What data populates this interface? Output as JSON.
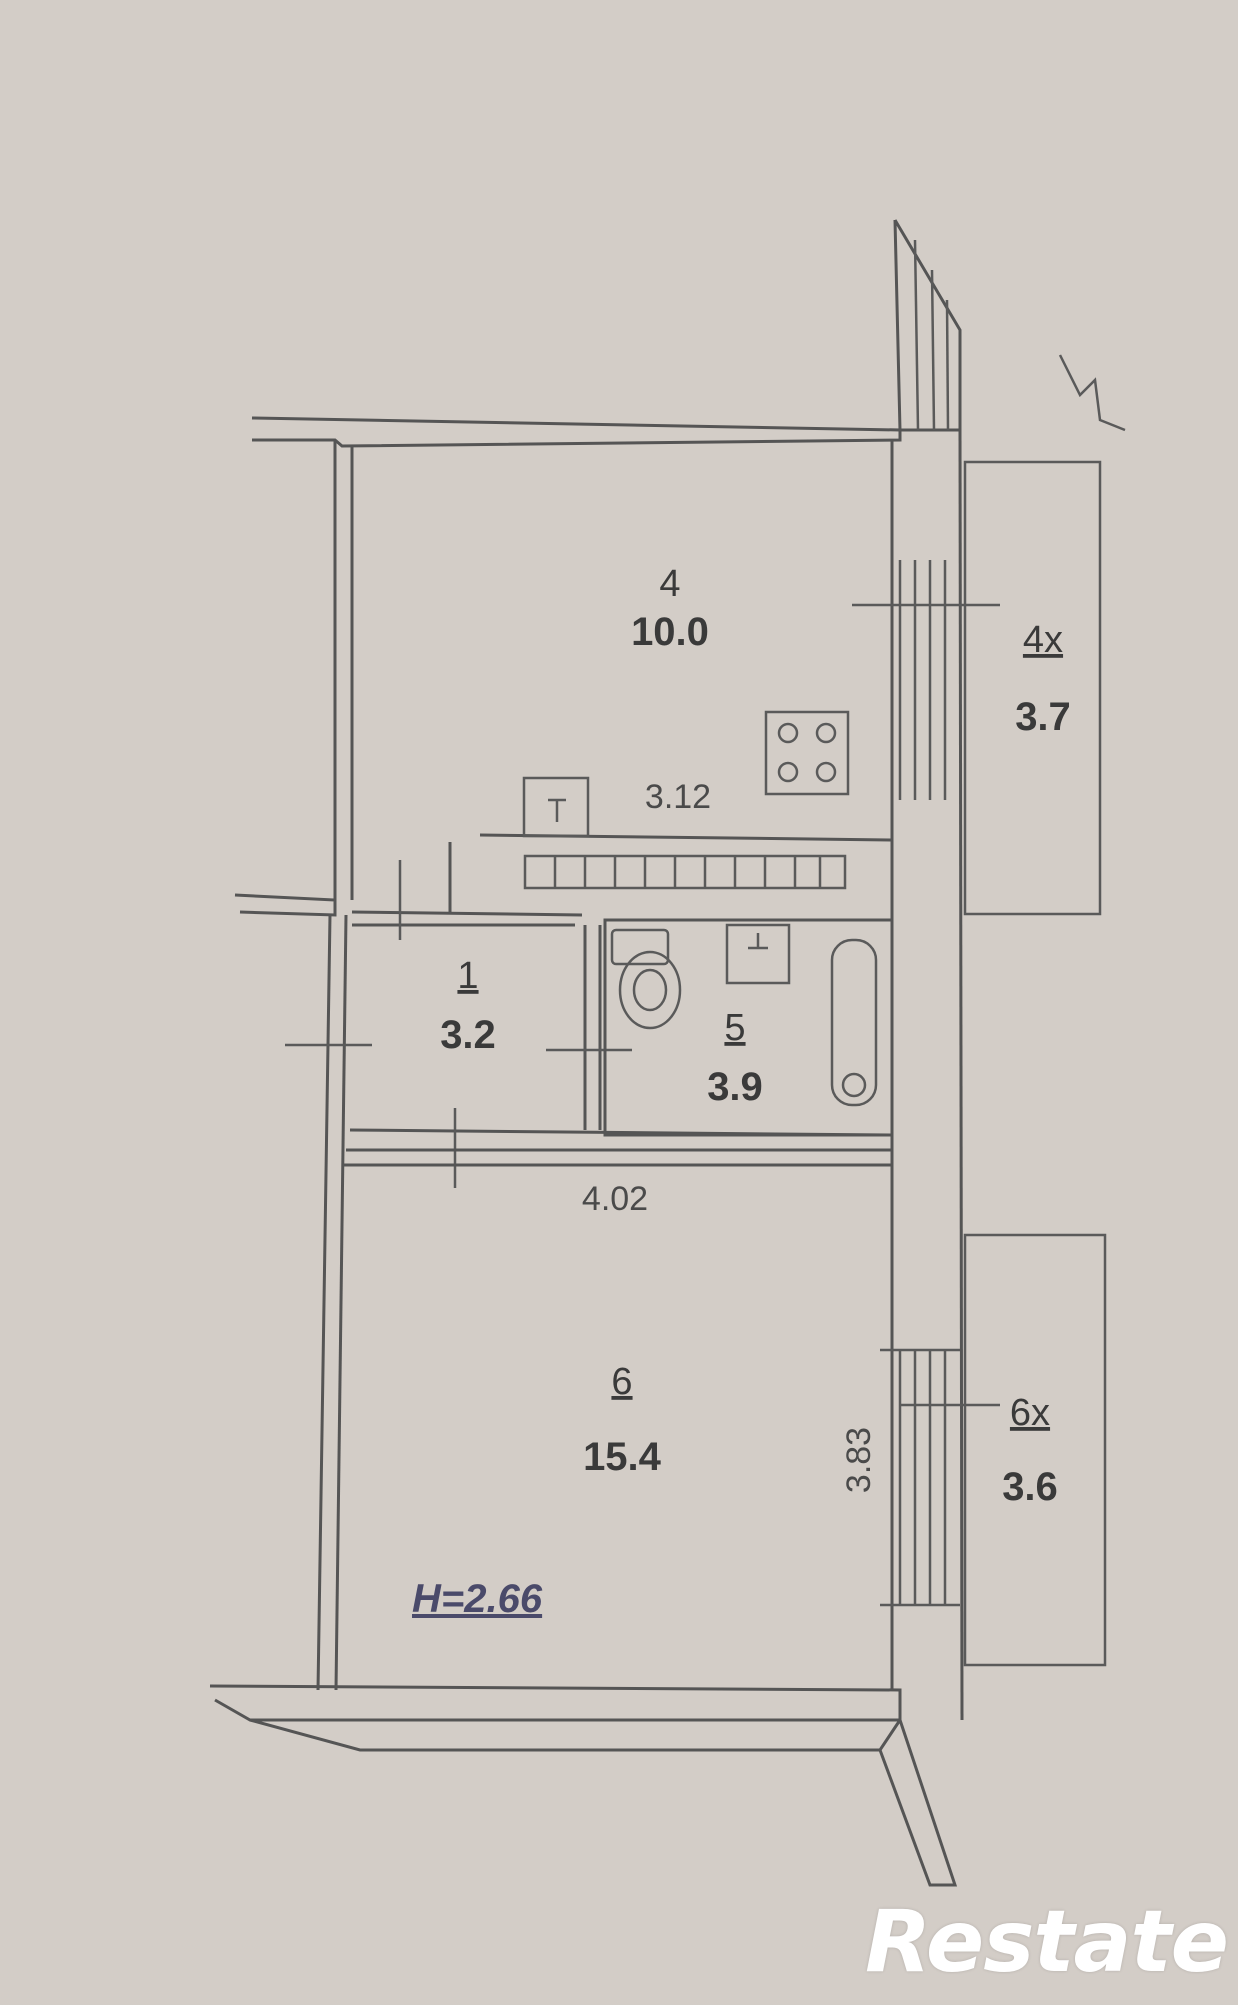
{
  "rooms": [
    {
      "id": "room-4",
      "number": "4",
      "area": "10.0"
    },
    {
      "id": "room-4x",
      "number": "4x",
      "area": "3.7"
    },
    {
      "id": "room-1",
      "number": "1",
      "area": "3.2"
    },
    {
      "id": "room-5",
      "number": "5",
      "area": "3.9"
    },
    {
      "id": "room-6",
      "number": "6",
      "area": "15.4"
    },
    {
      "id": "room-6x",
      "number": "6x",
      "area": "3.6"
    }
  ],
  "dimensions": {
    "kitchen_width": "3.12",
    "room_width": "4.02",
    "room_depth": "3.83"
  },
  "ceiling_height": "H=2.66",
  "watermark": "Restate"
}
